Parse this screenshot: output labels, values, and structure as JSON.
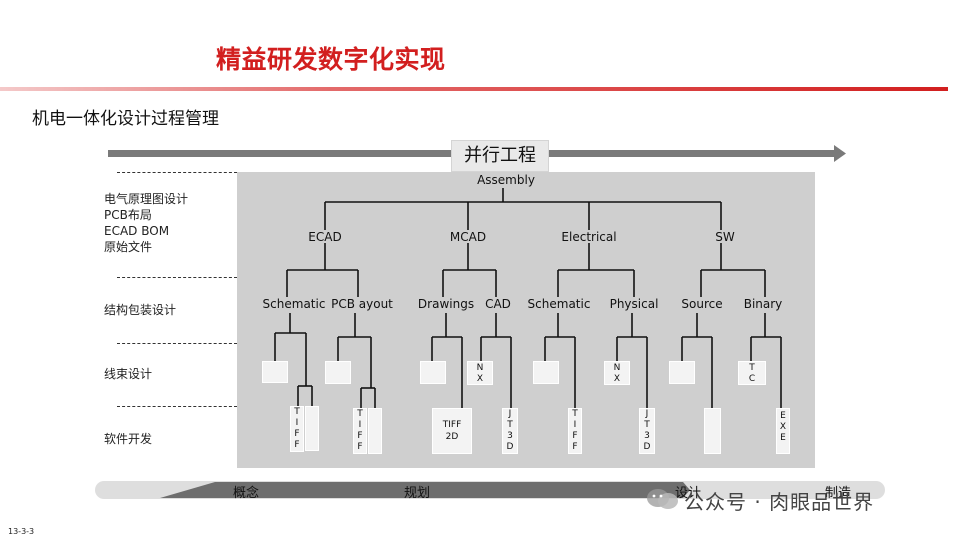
{
  "title": "精益研发数字化实现",
  "subtitle": "机电一体化设计过程管理",
  "arrow_label": "并行工程",
  "left_labels": {
    "ecad": [
      "电气原理图设计",
      "PCB布局",
      "ECAD BOM",
      "原始文件"
    ],
    "structure": "结构包装设计",
    "harness": "线束设计",
    "software": "软件开发"
  },
  "tree": {
    "root": "Assembly",
    "l1": [
      "ECAD",
      "MCAD",
      "Electrical",
      "SW"
    ],
    "l2": [
      "Schematic",
      "PCB ayout",
      "Drawings",
      "CAD",
      "Schematic",
      "Physical",
      "Source",
      "Binary"
    ]
  },
  "boxes": {
    "nx1": "N\nX",
    "nx2": "N\nX",
    "tc": "T\nC",
    "tiff1": "T\nI\nF\nF",
    "tiff2": "T\nI\nF\nF",
    "tiff2d": "TIFF\n2D",
    "jt3d1": "J\nT\n3\nD",
    "tiff3": "T\nI\nF\nF",
    "jt3d2": "J\nT\n3\nD",
    "exe": "E\nX\nE"
  },
  "phases": [
    "概念",
    "规划",
    "设计",
    "制造"
  ],
  "watermark": "公众号 · 肉眼品世界",
  "footer_code": "13-3-3",
  "colors": {
    "title_red": "#d21f1f",
    "gray_box": "#cfcfcf",
    "arrow_gray": "#7a7a7a",
    "dark_wedge": "#6e6e6e"
  }
}
